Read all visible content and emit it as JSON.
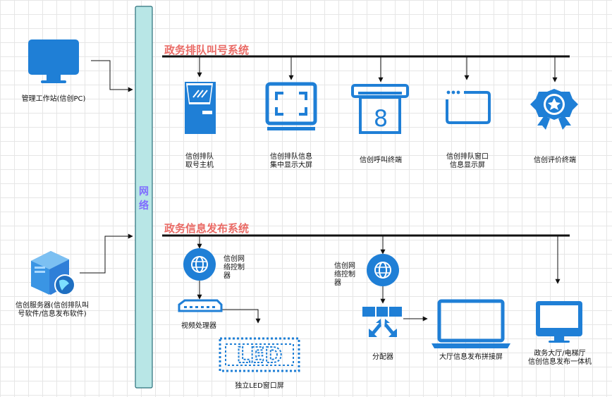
{
  "network": {
    "label": "网\n络"
  },
  "sections": {
    "queue_title": "政务排队叫号系统",
    "publish_title": "政务信息发布系统"
  },
  "nodes": {
    "admin_pc": "管理工作站(信创PC)",
    "server": "信创服务器(信创排队叫\n号软件/信息发布软件)",
    "kiosk": "信创排队\n取号主机",
    "central_screen": "信创排队信息\n集中显示大屏",
    "call_terminal": "信创呼叫终端",
    "window_screen": "信创排队窗口\n信息显示屏",
    "eval_terminal": "信创评价终端",
    "net_controller_1": "信创网\n络控制\n器",
    "net_controller_2": "信创网\n络控制\n器",
    "video_processor": "视频处理器",
    "led_screen": "独立LED窗口屏",
    "splitter": "分配器",
    "video_wall": "大厅信息发布拼接屏",
    "all_in_one": "政务大厅/电梯厅\n信创信息发布一体机"
  },
  "call_terminal_number": "8",
  "led_text": "LED",
  "colors": {
    "icon_blue": "#1f7fd6",
    "bus_fill": "#b8e6e6",
    "bus_stroke": "#2a6f7a",
    "title_red": "#ea6b66",
    "network_text": "#7f6cff"
  }
}
